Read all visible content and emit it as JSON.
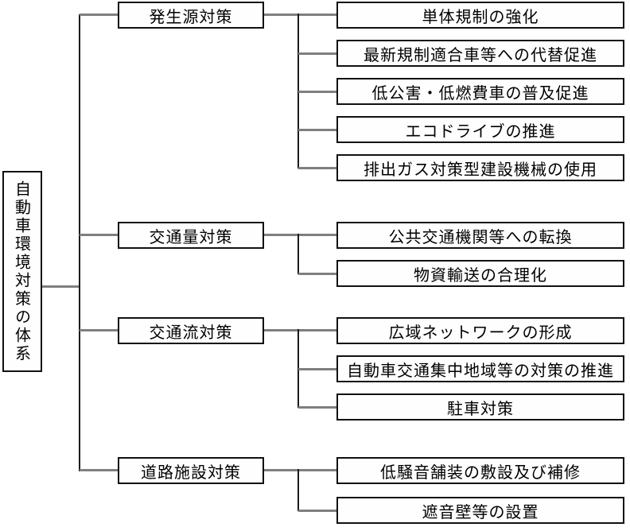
{
  "diagram_title": "自動車環境対策の体系",
  "root": {
    "label": "自動車環境対策の体系"
  },
  "groups": [
    {
      "category": "発生源対策",
      "items": [
        "単体規制の強化",
        "最新規制適合車等への代替促進",
        "低公害・低燃費車の普及促進",
        "エコドライブの推進",
        "排出ガス対策型建設機械の使用"
      ]
    },
    {
      "category": "交通量対策",
      "items": [
        "公共交通機関等への転換",
        "物資輸送の合理化"
      ]
    },
    {
      "category": "交通流対策",
      "items": [
        "広域ネットワークの形成",
        "自動車交通集中地域等の対策の推進",
        "駐車対策"
      ]
    },
    {
      "category": "道路施設対策",
      "items": [
        "低騒音舗装の敷設及び補修",
        "遮音壁等の設置"
      ]
    }
  ],
  "colors": {
    "background": "#ffffff",
    "box_border": "#111111",
    "horizontal_connector": "#7f7f7f",
    "vertical_connector": "#1c1c1c",
    "text": "#000000"
  }
}
